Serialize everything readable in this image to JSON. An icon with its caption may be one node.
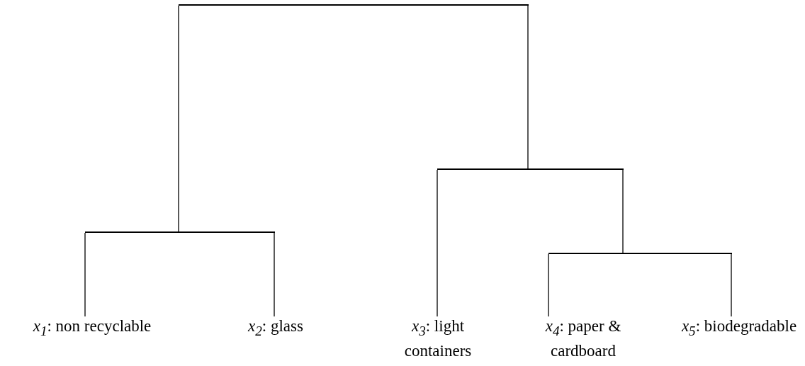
{
  "diagram": {
    "nodes": [
      {
        "text": [],
        "shape": "bar"
      },
      {
        "text": [],
        "shape": "bar"
      },
      {
        "text": [],
        "shape": "bar"
      },
      {
        "text": [],
        "shape": "bar"
      },
      {
        "text": [
          "*x*$_{1}$: non recyclable"
        ]
      },
      {
        "text": [
          "*x*$_{2}$: glass"
        ]
      },
      {
        "text": [
          "*x*$_{3}$: light containers"
        ]
      },
      {
        "text": [
          "*x*$_{4}$: paper & cardboard"
        ]
      },
      {
        "text": [
          "*x*$_{5}$: biodegradable"
        ]
      }
    ],
    "edges": [
      {
        "from": 0,
        "to": 2,
        "arrow": "none"
      },
      {
        "from": 0,
        "to": 1,
        "arrow": "none"
      },
      {
        "from": 2,
        "to": 4,
        "arrow": "none"
      },
      {
        "from": 2,
        "to": 5,
        "arrow": "none"
      },
      {
        "from": 1,
        "to": 6,
        "arrow": "none"
      },
      {
        "from": 1,
        "to": 3,
        "arrow": "none"
      },
      {
        "from": 3,
        "to": 7,
        "arrow": "none"
      },
      {
        "from": 3,
        "to": 8,
        "arrow": "none"
      }
    ]
  }
}
